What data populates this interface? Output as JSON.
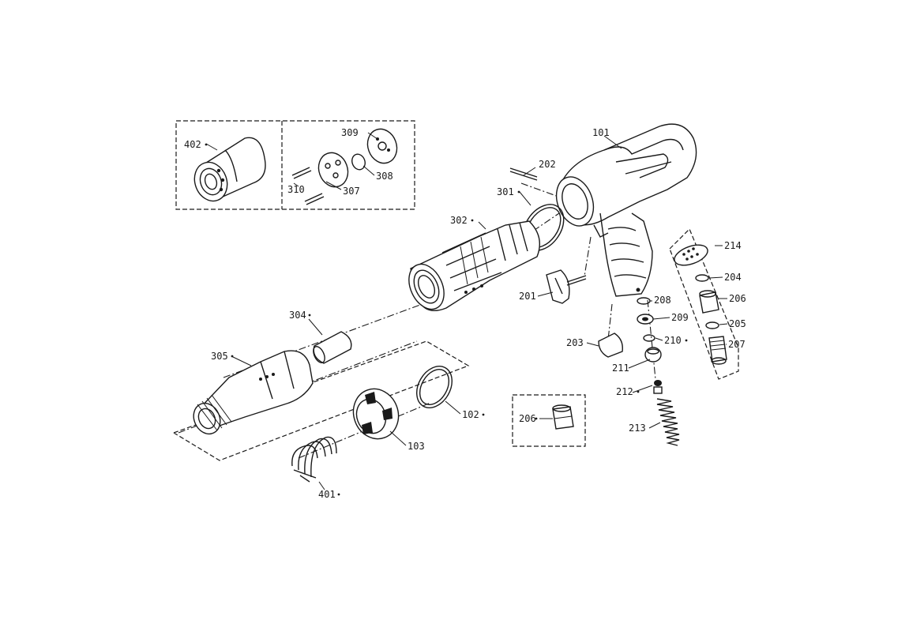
{
  "parts": {
    "p101": "101",
    "p102": "102",
    "p103": "103",
    "p201": "201",
    "p202": "202",
    "p203": "203",
    "p204": "204",
    "p205": "205",
    "p206": "206",
    "p206b": "206",
    "p207": "207",
    "p208": "208",
    "p209": "209",
    "p210": "210",
    "p211": "211",
    "p212": "212",
    "p213": "213",
    "p214": "214",
    "p301": "301",
    "p302": "302",
    "p304": "304",
    "p305": "305",
    "p307": "307",
    "p308": "308",
    "p309": "309",
    "p310": "310",
    "p401": "401",
    "p402": "402"
  }
}
